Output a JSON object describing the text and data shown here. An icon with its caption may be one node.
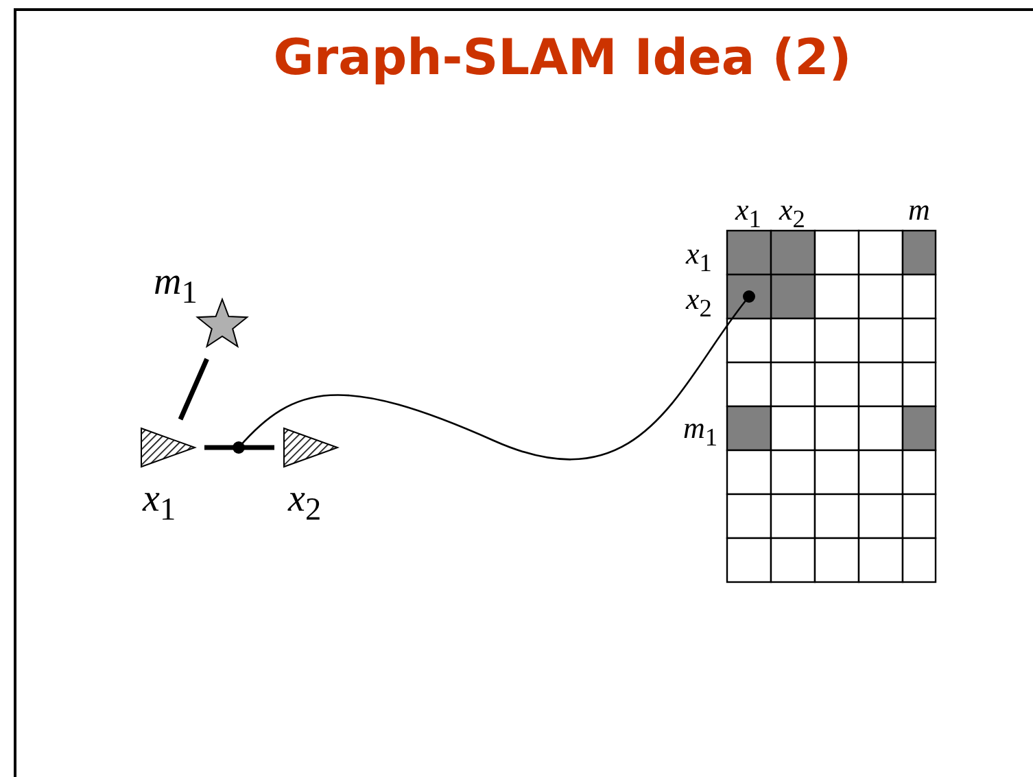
{
  "diagram": {
    "title": "Graph-SLAM Idea (2)",
    "nodes": [
      {
        "text": [
          "*m*$_{1}$"
        ]
      },
      {
        "text": [
          "*x*$_{1}$"
        ]
      },
      {
        "text": [
          "*x*$_{2}$"
        ]
      },
      {
        "text": [],
        "shape": "box"
      }
    ],
    "edges": [
      {
        "from": 0,
        "to": 1,
        "arrow": "none"
      },
      {
        "from": 1,
        "to": 2,
        "arrow": "none"
      },
      {
        "from": null,
        "to": 3,
        "arrow": "other"
      }
    ],
    "labels": [
      "*x*$_{1}$",
      "*x*$_{2}$",
      "*m*",
      "*x*$_{1}$",
      "*x*$_{2}$",
      "*m*$_{1}$"
    ]
  }
}
